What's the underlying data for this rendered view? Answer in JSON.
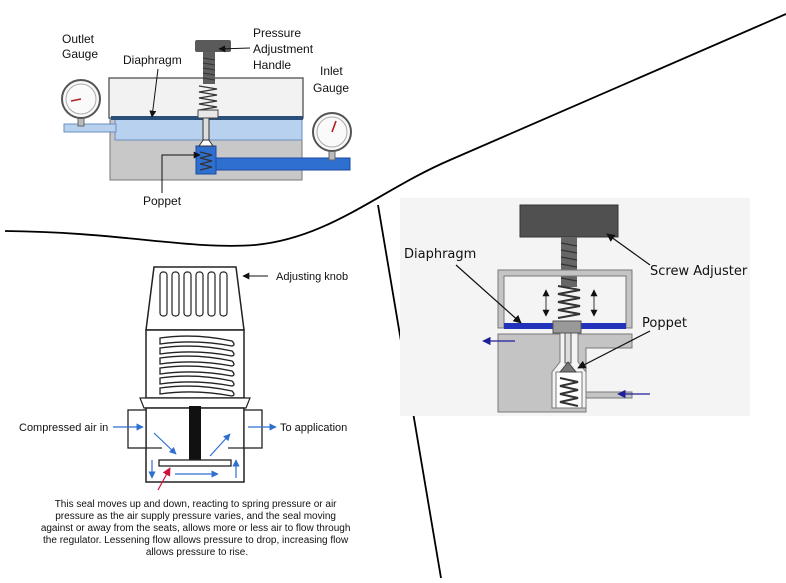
{
  "panel_a": {
    "labels": {
      "outlet_gauge_1": "Outlet",
      "outlet_gauge_2": "Gauge",
      "diaphragm": "Diaphragm",
      "pressure_1": "Pressure",
      "pressure_2": "Adjustment",
      "pressure_3": "Handle",
      "inlet_gauge_1": "Inlet",
      "inlet_gauge_2": "Gauge",
      "poppet": "Poppet"
    }
  },
  "panel_b": {
    "labels": {
      "adjusting_knob": "Adjusting knob",
      "compressed_air_in": "Compressed air in",
      "to_application": "To application"
    },
    "caption_lines": [
      "This seal moves up and down, reacting to spring pressure or air",
      "pressure as the air supply pressure varies, and the seal moving",
      "against or away from the seats, allows more or less air to flow through",
      "the regulator. Lessening flow allows pressure to drop, increasing flow",
      "allows pressure to rise."
    ]
  },
  "panel_c": {
    "labels": {
      "diaphragm": "Diaphragm",
      "screw_adjuster": "Screw Adjuster",
      "poppet": "Poppet"
    }
  },
  "colors": {
    "body_gray": "#c8c8c8",
    "dark_gray": "#555555",
    "light_blue": "#b7d1ef",
    "blue": "#2f6fd0",
    "navy": "#1f1f9a",
    "red_arrow": "#d0103a"
  }
}
